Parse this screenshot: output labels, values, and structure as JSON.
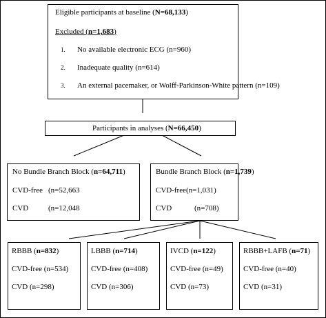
{
  "baseline": {
    "label": "Eligible participants at baseline (",
    "n": "N=68,133",
    "close": ")",
    "excluded_label": "Excluded (",
    "excluded_n": "n=1,683",
    "excluded_close": ")",
    "reasons": [
      {
        "num": "1.",
        "text": "No available electronic ECG (n=960)"
      },
      {
        "num": "2.",
        "text": "Inadequate quality (n=614)"
      },
      {
        "num": "3.",
        "text": "An external pacemaker, or Wolff-Parkinson-White pattern (n=109)"
      }
    ]
  },
  "analysis": {
    "label": "Participants in analyses (",
    "n": "N=66,450",
    "close": ")"
  },
  "no_bbb": {
    "label": "No Bundle Branch Block (",
    "n": "n=64,711",
    "close": ")",
    "cvd_free_label": "CVD-free",
    "cvd_free_n": "(n=52,663",
    "cvd_label": "CVD",
    "cvd_n": "(n=12,048"
  },
  "bbb": {
    "label": "Bundle Branch Block (",
    "n": "n=1,739",
    "close": ")",
    "cvd_free_label": "CVD-free",
    "cvd_free_n": "(n=1,031)",
    "cvd_label": "CVD",
    "cvd_n": "(n=708)"
  },
  "subtypes": [
    {
      "name": "RBBB (",
      "n": "n=832",
      "close": ")",
      "cvd_free": "CVD-free (n=534)",
      "cvd": "CVD (n=298)"
    },
    {
      "name": "LBBB (",
      "n": "n=714",
      "close": ")",
      "cvd_free": "CVD-free (n=408)",
      "cvd": "CVD (n=306)"
    },
    {
      "name": "IVCD (",
      "n": "n=122",
      "close": ")",
      "cvd_free": "CVD-free (n=49)",
      "cvd": "CVD (n=73)"
    },
    {
      "name": "RBBB+LAFB (",
      "n": "n=71",
      "close": ")",
      "cvd_free": "CVD-free (n=40)",
      "cvd": "CVD (n=31)"
    }
  ]
}
